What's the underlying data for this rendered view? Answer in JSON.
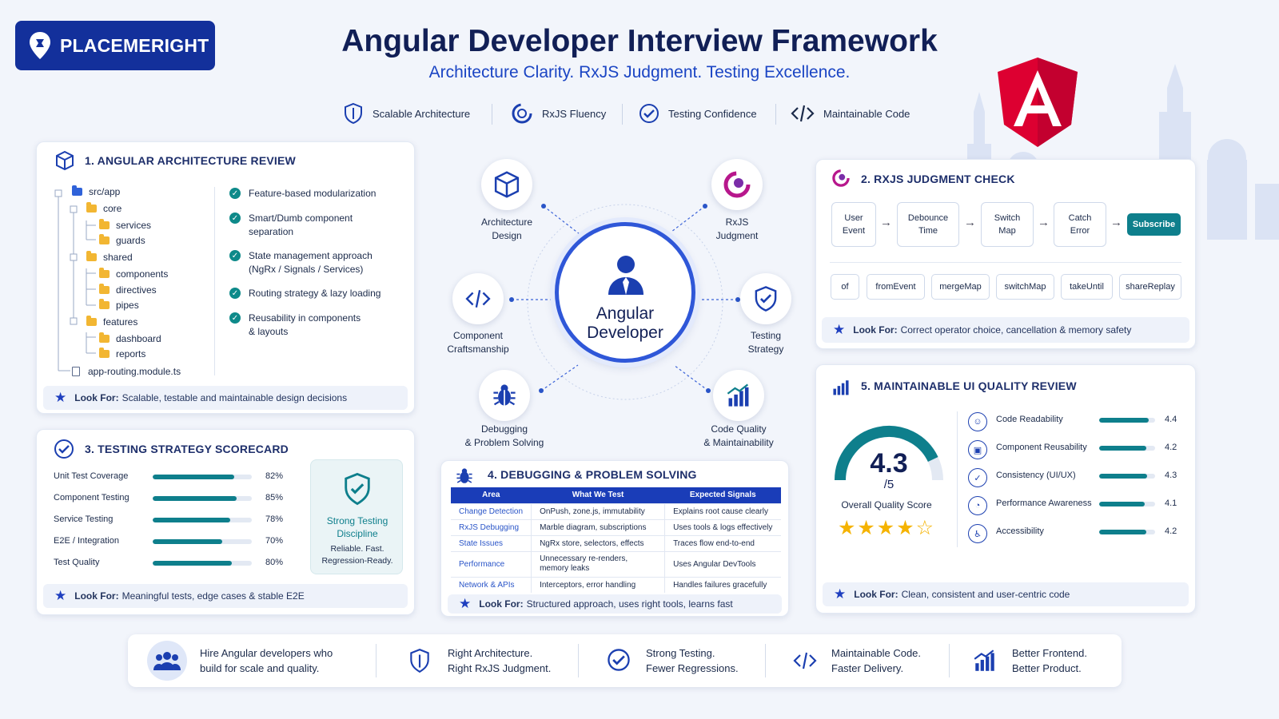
{
  "brand": {
    "name": "PLACEMERIGHT",
    "logo_icon": "location-pin-icon"
  },
  "header": {
    "title": "Angular Developer Interview Framework",
    "subtitle": "Architecture Clarity. RxJS Judgment. Testing Excellence.",
    "pills": [
      {
        "label": "Scalable Architecture",
        "icon": "shield-icon"
      },
      {
        "label": "RxJS Fluency",
        "icon": "rxjs-icon"
      },
      {
        "label": "Testing Confidence",
        "icon": "check-circle-icon"
      },
      {
        "label": "Maintainable Code",
        "icon": "code-icon"
      }
    ]
  },
  "architecture": {
    "title": "1. ANGULAR ARCHITECTURE REVIEW",
    "tree": [
      "src/app",
      "core",
      "services",
      "guards",
      "shared",
      "components",
      "directives",
      "pipes",
      "features",
      "dashboard",
      "reports",
      "app-routing.module.ts"
    ],
    "checks": [
      [
        "Feature-based modularization"
      ],
      [
        "Smart/Dumb component",
        "separation"
      ],
      [
        "State management approach",
        "(NgRx / Signals / Services)"
      ],
      [
        "Routing strategy & lazy loading"
      ],
      [
        "Reusability in components",
        "& layouts"
      ]
    ],
    "look_for_label": "Look For:",
    "look_for": "Scalable, testable and maintainable design decisions"
  },
  "center": {
    "title_line1": "Angular",
    "title_line2": "Developer",
    "nodes": [
      {
        "l1": "Architecture",
        "l2": "Design"
      },
      {
        "l1": "RxJS",
        "l2": "Judgment"
      },
      {
        "l1": "Component",
        "l2": "Craftsmanship"
      },
      {
        "l1": "Testing",
        "l2": "Strategy"
      },
      {
        "l1": "Debugging",
        "l2": "& Problem Solving"
      },
      {
        "l1": "Code Quality",
        "l2": "& Maintainability"
      }
    ]
  },
  "rxjs": {
    "title": "2. RXJS JUDGMENT CHECK",
    "flow": [
      [
        "User",
        "Event"
      ],
      [
        "Debounce",
        "Time"
      ],
      [
        "Switch",
        "Map"
      ],
      [
        "Catch",
        "Error"
      ]
    ],
    "subscribe": "Subscribe",
    "operators": [
      "of",
      "fromEvent",
      "mergeMap",
      "switchMap",
      "takeUntil",
      "shareReplay"
    ],
    "look_for_label": "Look For:",
    "look_for": "Correct operator choice, cancellation & memory safety"
  },
  "testing": {
    "title": "3. TESTING STRATEGY SCORECARD",
    "rows": [
      {
        "label": "Unit Test Coverage",
        "value": 82,
        "text": "82%"
      },
      {
        "label": "Component Testing",
        "value": 85,
        "text": "85%"
      },
      {
        "label": "Service Testing",
        "value": 78,
        "text": "78%"
      },
      {
        "label": "E2E / Integration",
        "value": 70,
        "text": "70%"
      },
      {
        "label": "Test Quality",
        "value": 80,
        "text": "80%"
      }
    ],
    "badge": {
      "l1": "Strong Testing",
      "l2": "Discipline",
      "s1": "Reliable. Fast.",
      "s2": "Regression-Ready."
    },
    "look_for_label": "Look For:",
    "look_for": "Meaningful tests, edge cases & stable E2E"
  },
  "debugging": {
    "title": "4. DEBUGGING & PROBLEM SOLVING",
    "headers": [
      "Area",
      "What We Test",
      "Expected Signals"
    ],
    "rows": [
      [
        "Change Detection",
        "OnPush, zone.js, immutability",
        "Explains root cause clearly"
      ],
      [
        "RxJS Debugging",
        "Marble diagram, subscriptions",
        "Uses tools & logs effectively"
      ],
      [
        "State Issues",
        "NgRx store, selectors, effects",
        "Traces flow end-to-end"
      ],
      [
        "Performance",
        "Unnecessary re-renders,|memory leaks",
        "Uses Angular DevTools"
      ],
      [
        "Network & APIs",
        "Interceptors, error handling",
        "Handles failures gracefully"
      ]
    ],
    "look_for_label": "Look For:",
    "look_for": "Structured approach, uses right tools, learns fast"
  },
  "quality": {
    "title": "5. MAINTAINABLE UI QUALITY REVIEW",
    "score": "4.3",
    "out_of": "/5",
    "score_value": 4.3,
    "score_label": "Overall Quality Score",
    "stars_filled": 4,
    "stars_total": 5,
    "rows": [
      {
        "label": "Code Readability",
        "value": 4.4,
        "text": "4.4",
        "icon": "person-icon"
      },
      {
        "label": "Component Reusability",
        "value": 4.2,
        "text": "4.2",
        "icon": "cube-icon"
      },
      {
        "label": "Consistency (UI/UX)",
        "value": 4.3,
        "text": "4.3",
        "icon": "check-shield-icon"
      },
      {
        "label": "Performance Awareness",
        "value": 4.1,
        "text": "4.1",
        "icon": "gauge-icon"
      },
      {
        "label": "Accessibility",
        "value": 4.2,
        "text": "4.2",
        "icon": "accessibility-icon"
      }
    ],
    "look_for_label": "Look For:",
    "look_for": "Clean, consistent and user-centric code"
  },
  "footer": [
    {
      "l1": "Hire Angular developers who",
      "l2": "build for scale and quality.",
      "icon": "team-icon"
    },
    {
      "l1": "Right Architecture.",
      "l2": "Right RxJS Judgment.",
      "icon": "shield-icon"
    },
    {
      "l1": "Strong Testing.",
      "l2": "Fewer Regressions.",
      "icon": "check-circle-icon"
    },
    {
      "l1": "Maintainable Code.",
      "l2": "Faster Delivery.",
      "icon": "code-icon"
    },
    {
      "l1": "Better Frontend.",
      "l2": "Better Product.",
      "icon": "chart-icon"
    }
  ],
  "colors": {
    "primary": "#13309b",
    "accent": "#1a3db8",
    "teal": "#0e7f8c",
    "angular_red": "#dd0031",
    "star": "#f5b301"
  }
}
